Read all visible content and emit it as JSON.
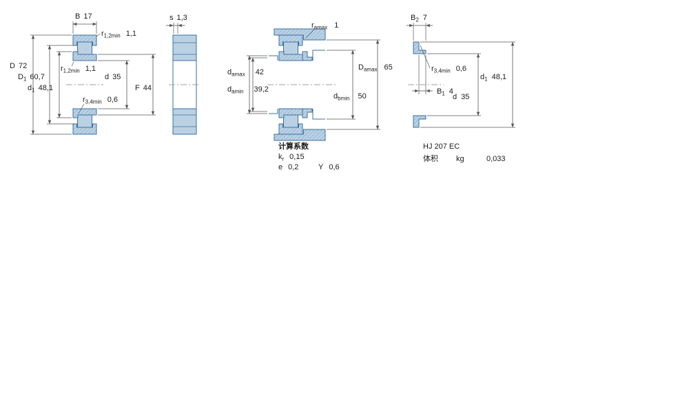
{
  "colors": {
    "section_fill": "#bad1e4",
    "section_outline": "#3a6f9f",
    "hatch_line": "#77a0c2",
    "dimension_line": "#555555",
    "text": "#1a1a1a",
    "background": "#ffffff"
  },
  "main_view": {
    "dims": {
      "B": {
        "base": "B",
        "sub": "",
        "value": "17"
      },
      "r12_top": {
        "base": "r",
        "sub": "1,2min",
        "value": "1,1"
      },
      "D": {
        "base": "D",
        "sub": "",
        "value": "72"
      },
      "D1": {
        "base": "D",
        "sub": "1",
        "value": "60,7"
      },
      "d1": {
        "base": "d",
        "sub": "1",
        "value": "48,1"
      },
      "r12_mid": {
        "base": "r",
        "sub": "1,2min",
        "value": "1,1"
      },
      "d": {
        "base": "d",
        "sub": "",
        "value": "35"
      },
      "r34": {
        "base": "r",
        "sub": "3,4min",
        "value": "0,6"
      },
      "F": {
        "base": "F",
        "sub": "",
        "value": "44"
      }
    }
  },
  "side_view": {
    "dims": {
      "s": {
        "base": "s",
        "sub": "",
        "value": "1,3"
      }
    }
  },
  "abutment_view": {
    "dims": {
      "ra": {
        "base": "r",
        "sub": "amax",
        "value": "1"
      },
      "damax": {
        "base": "d",
        "sub": "amax",
        "value": "42"
      },
      "damin": {
        "base": "d",
        "sub": "amin",
        "value": "39,2"
      },
      "Damax": {
        "base": "D",
        "sub": "amax",
        "value": "65"
      },
      "dbmin": {
        "base": "d",
        "sub": "bmin",
        "value": "50"
      }
    },
    "factors": {
      "title": "计算系数",
      "kr": {
        "base": "k",
        "sub": "r",
        "value": "0,15"
      },
      "e": {
        "base": "e",
        "sub": "",
        "value": "0,2"
      },
      "Y": {
        "base": "Y",
        "sub": "",
        "value": "0,6"
      }
    }
  },
  "angle_ring_view": {
    "designation": "HJ 207 EC",
    "dims": {
      "B2": {
        "base": "B",
        "sub": "2",
        "value": "7"
      },
      "r34": {
        "base": "r",
        "sub": "3,4min",
        "value": "0,6"
      },
      "d1": {
        "base": "d",
        "sub": "1",
        "value": "48,1"
      },
      "B1": {
        "base": "B",
        "sub": "1",
        "value": "4"
      },
      "d": {
        "base": "d",
        "sub": "",
        "value": "35"
      }
    },
    "mass": {
      "label": "体积",
      "unit": "kg",
      "value": "0,033"
    }
  }
}
